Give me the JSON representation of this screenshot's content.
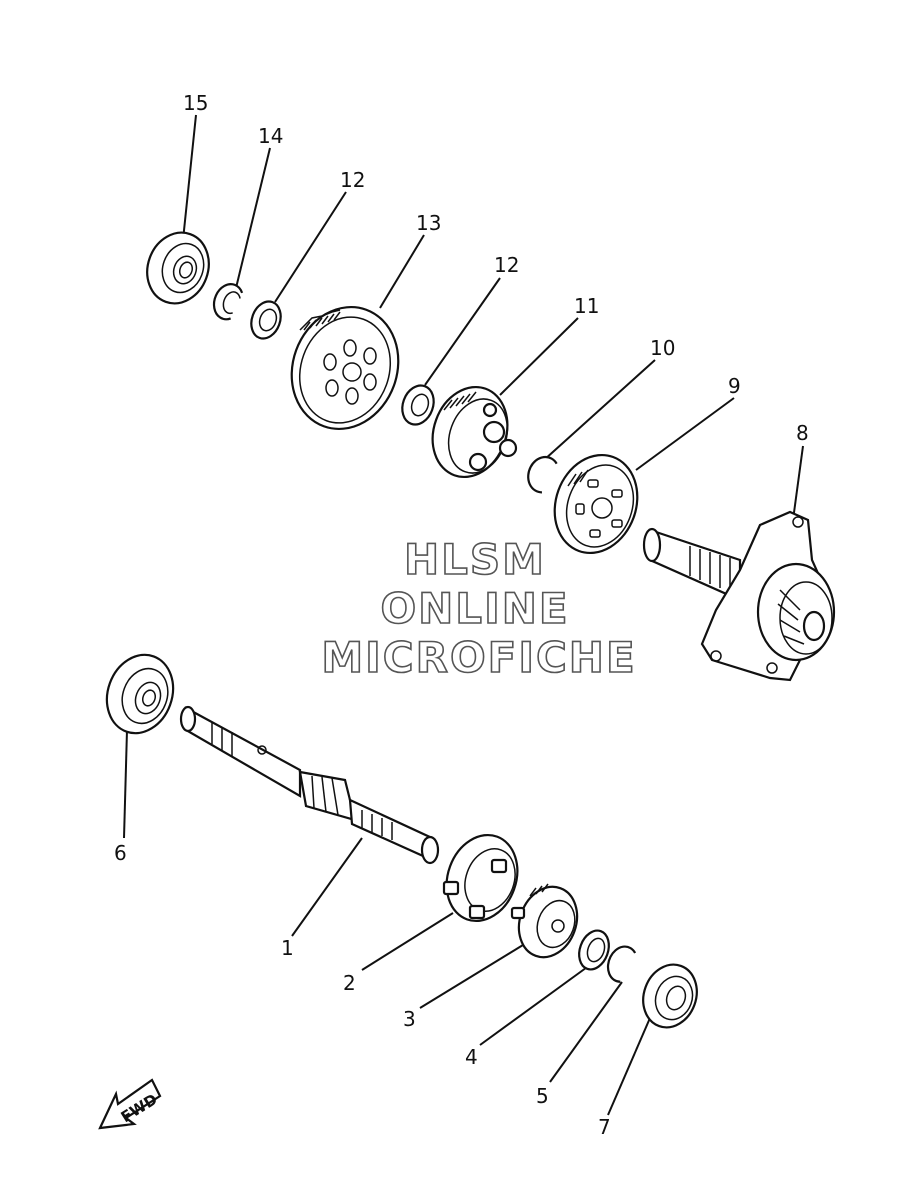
{
  "watermark": {
    "line1": "HLSM",
    "line2": "ONLINE",
    "line3": "MICROFICHE"
  },
  "fwd_label": "FWD",
  "callouts": [
    {
      "id": "c15",
      "label": "15"
    },
    {
      "id": "c14",
      "label": "14"
    },
    {
      "id": "c12a",
      "label": "12"
    },
    {
      "id": "c13",
      "label": "13"
    },
    {
      "id": "c12b",
      "label": "12"
    },
    {
      "id": "c11",
      "label": "11"
    },
    {
      "id": "c10",
      "label": "10"
    },
    {
      "id": "c9",
      "label": "9"
    },
    {
      "id": "c8",
      "label": "8"
    },
    {
      "id": "c6",
      "label": "6"
    },
    {
      "id": "c1",
      "label": "1"
    },
    {
      "id": "c2",
      "label": "2"
    },
    {
      "id": "c3",
      "label": "3"
    },
    {
      "id": "c4",
      "label": "4"
    },
    {
      "id": "c5",
      "label": "5"
    },
    {
      "id": "c7",
      "label": "7"
    }
  ]
}
